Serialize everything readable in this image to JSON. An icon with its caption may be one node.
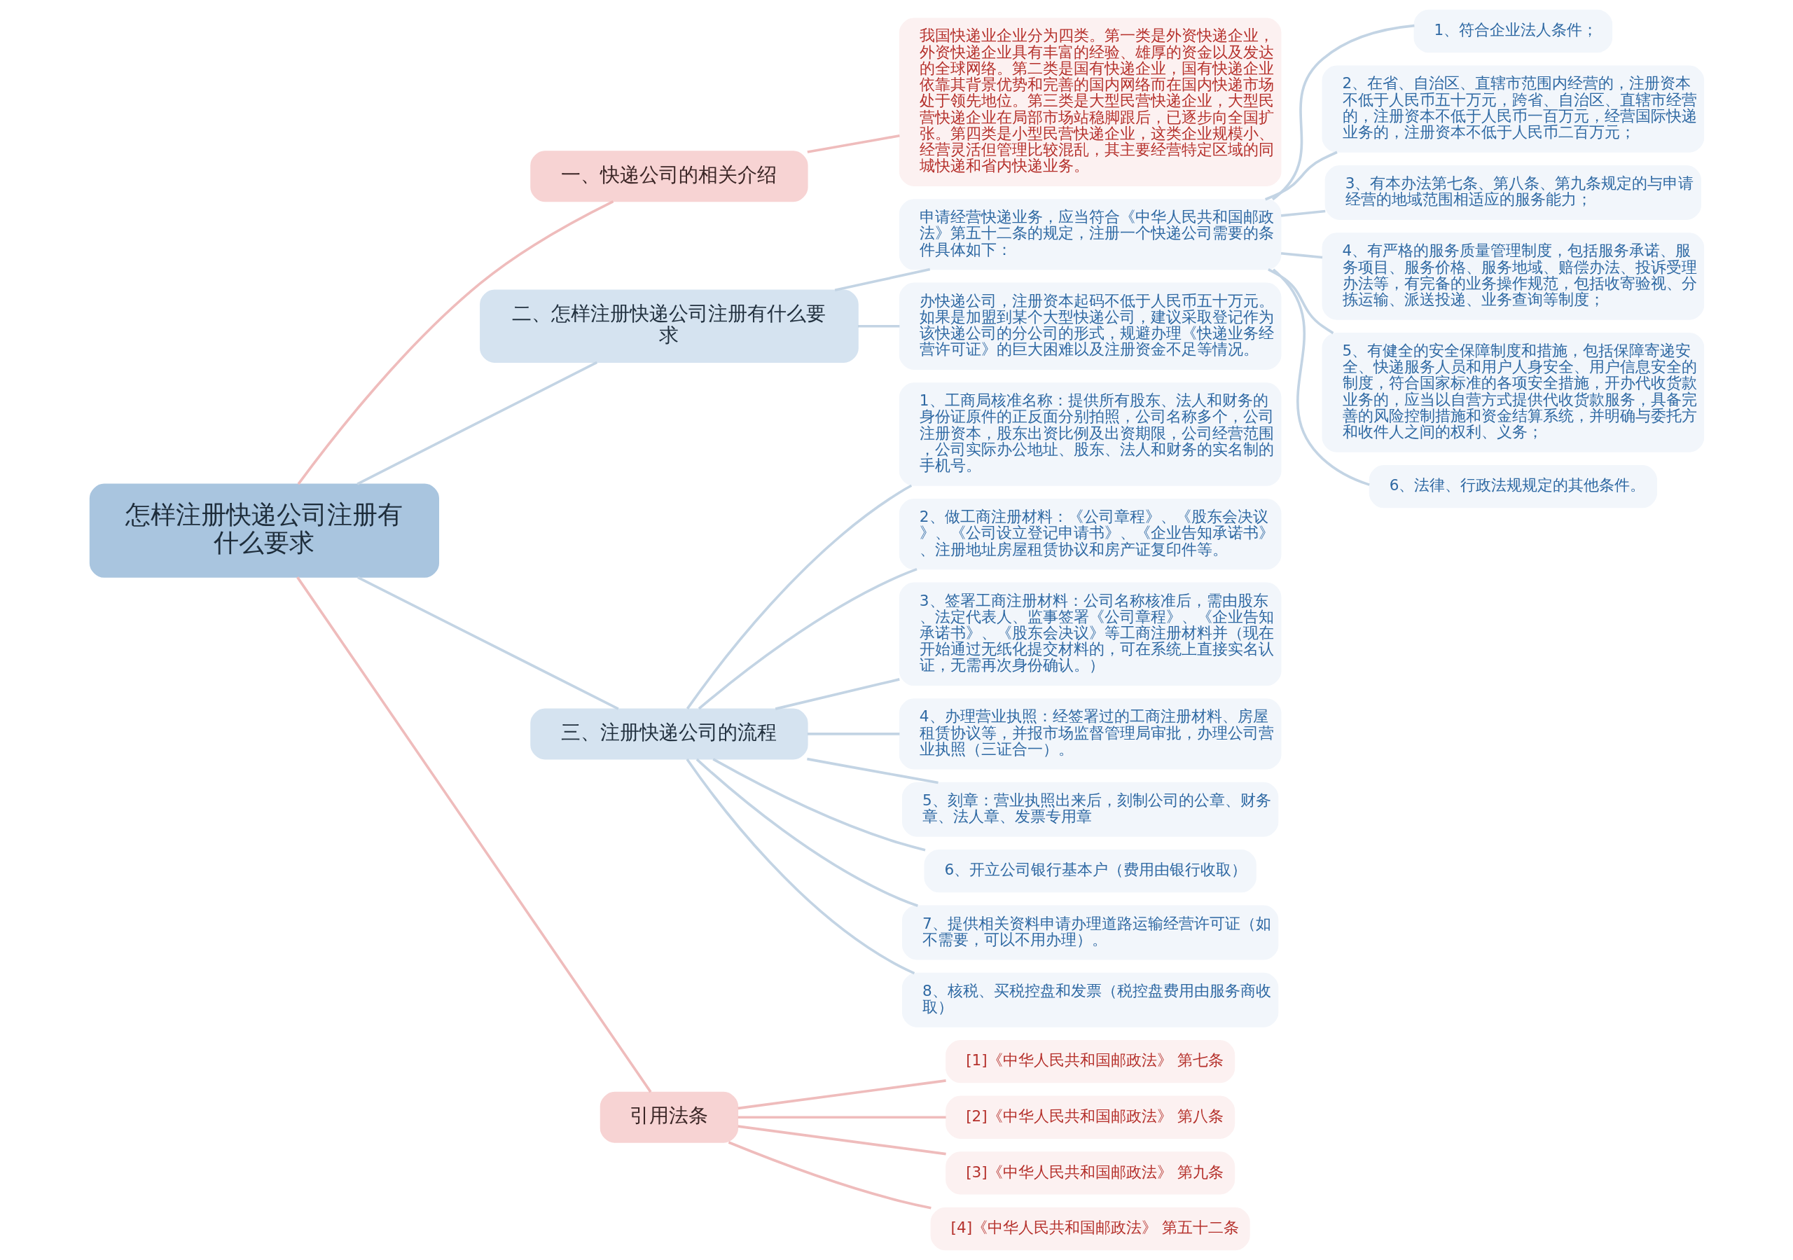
{
  "diagram": {
    "nodes": [
      {
        "text": [
          "怎样注册快递公司注册有什么要求"
        ]
      },
      {
        "text": [
          "一、快递公司的相关介绍"
        ]
      },
      {
        "text": [
          "我国快递业企业分为四类。第一类是外资快递企业，外资快递企业具有丰富的经验、雄厚的资金以及发达的全球网络。第二类是国有快递企业，国有快递企业依靠其背景优势和完善的国内网络而在国内快递市场处于领先地位。第三类是大型民营快递企业，大型民营快递企业在局部市场站稳脚跟后，已逐步向全国扩张。第四类是小型民营快递企业，这类企业规模小、经营灵活但管理比较混乱，其主要经营特定区域的同城快递和省内快递业务。"
        ]
      },
      {
        "text": [
          "二、怎样注册快递公司注册有什么要求"
        ]
      },
      {
        "text": [
          "申请经营快递业务，应当符合《中华人民共和国邮政法》第五十二条的规定，注册一个快递公司需要的条件具体如下："
        ]
      },
      {
        "text": [
          "1、符合企业法人条件；"
        ]
      },
      {
        "text": [
          "2、在省、自治区、直辖市范围内经营的，注册资本不低于人民币五十万元，跨省、自治区、直辖市经营的，注册资本不低于人民币一百万元，经营国际快递业务的，注册资本不低于人民币二百万元；"
        ]
      },
      {
        "text": [
          "3、有本办法第七条、第八条、第九条规定的与申请经营的地域范围相适应的服务能力；"
        ]
      },
      {
        "text": [
          "4、有严格的服务质量管理制度，包括服务承诺、服务项目、服务价格、服务地域、赔偿办法、投诉受理办法等，有完备的业务操作规范，包括收寄验视、分拣运输、派送投递、业务查询等制度；"
        ]
      },
      {
        "text": [
          "5、有健全的安全保障制度和措施，包括保障寄递安全、快递服务人员和用户人身安全、用户信息安全的制度，符合国家标准的各项安全措施，开办代收货款业务的，应当以自营方式提供代收货款服务，具备完善的风险控制措施和资金结算系统，并明确与委托方和收件人之间的权利、义务；"
        ]
      },
      {
        "text": [
          "6、法律、行政法规规定的其他条件。"
        ]
      },
      {
        "text": [
          "办快递公司，注册资本起码不低于人民币五十万元。如果是加盟到某个大型快递公司，建议采取登记作为该快递公司的分公司的形式，规避办理《快递业务经营许可证》的巨大困难以及注册资金不足等情况。"
        ]
      },
      {
        "text": [
          "三、注册快递公司的流程"
        ]
      },
      {
        "text": [
          "1、工商局核准名称：提供所有股东、法人和财务的身份证原件的正反面分别拍照，公司名称多个，公司注册资本，股东出资比例及出资期限，公司经营范围，公司实际办公地址、股东、法人和财务的实名制的手机号。"
        ]
      },
      {
        "text": [
          "2、做工商注册材料：《公司章程》、《股东会决议》、《公司设立登记申请书》、《企业告知承诺书》、注册地址房屋租赁协议和房产证复印件等。"
        ]
      },
      {
        "text": [
          "3、签署工商注册材料：公司名称核准后，需由股东、法定代表人、监事签署《公司章程》、《企业告知承诺书》、《股东会决议》等工商注册材料并（现在开始通过无纸化提交材料的，可在系统上直接实名认证，无需再次身份确认。）"
        ]
      },
      {
        "text": [
          "4、办理营业执照：经签署过的工商注册材料、房屋租赁协议等，并报市场监督管理局审批，办理公司营业执照（三证合一）。"
        ]
      },
      {
        "text": [
          "5、刻章：营业执照出来后，刻制公司的公章、财务章、法人章、发票专用章"
        ]
      },
      {
        "text": [
          "6、开立公司银行基本户（费用由银行收取）"
        ]
      },
      {
        "text": [
          "7、提供相关资料申请办理道路运输经营许可证（如不需要，可以不用办理）。"
        ]
      },
      {
        "text": [
          "8、核税、买税控盘和发票（税控盘费用由服务商收取）"
        ]
      },
      {
        "text": [
          "引用法条"
        ]
      },
      {
        "text": [
          "[1]《中华人民共和国邮政法》 第七条"
        ]
      },
      {
        "text": [
          "[2]《中华人民共和国邮政法》 第八条"
        ]
      },
      {
        "text": [
          "[3]《中华人民共和国邮政法》 第九条"
        ]
      },
      {
        "text": [
          "[4]《中华人民共和国邮政法》 第五十二条"
        ]
      }
    ],
    "edges": [
      {
        "from": 0,
        "to": 1,
        "arrow": "none",
        "color": "#efbcbc"
      },
      {
        "from": 1,
        "to": 2,
        "arrow": "none",
        "color": "#efbcbc"
      },
      {
        "from": 0,
        "to": 3,
        "arrow": "none"
      },
      {
        "from": 3,
        "to": 4,
        "arrow": "none"
      },
      {
        "from": 4,
        "to": 5,
        "arrow": "none"
      },
      {
        "from": 4,
        "to": 6,
        "arrow": "none"
      },
      {
        "from": 4,
        "to": 7,
        "arrow": "none"
      },
      {
        "from": 4,
        "to": 8,
        "arrow": "none"
      },
      {
        "from": 4,
        "to": 9,
        "arrow": "none"
      },
      {
        "from": 4,
        "to": 10,
        "arrow": "none"
      },
      {
        "from": 3,
        "to": 11,
        "arrow": "none"
      },
      {
        "from": 0,
        "to": 12,
        "arrow": "none"
      },
      {
        "from": 12,
        "to": 13,
        "arrow": "none"
      },
      {
        "from": 12,
        "to": 14,
        "arrow": "none"
      },
      {
        "from": 12,
        "to": 15,
        "arrow": "none"
      },
      {
        "from": 12,
        "to": 16,
        "arrow": "none"
      },
      {
        "from": 12,
        "to": 17,
        "arrow": "none"
      },
      {
        "from": 12,
        "to": 18,
        "arrow": "none"
      },
      {
        "from": 12,
        "to": 19,
        "arrow": "none"
      },
      {
        "from": 12,
        "to": 20,
        "arrow": "none"
      },
      {
        "from": 0,
        "to": 21,
        "arrow": "none",
        "color": "#efbcbc"
      },
      {
        "from": 21,
        "to": 22,
        "arrow": "none",
        "color": "#efbcbc"
      },
      {
        "from": 21,
        "to": 23,
        "arrow": "none",
        "color": "#efbcbc"
      },
      {
        "from": 21,
        "to": 24,
        "arrow": "none",
        "color": "#efbcbc"
      },
      {
        "from": 21,
        "to": 25,
        "arrow": "none",
        "color": "#efbcbc"
      }
    ]
  }
}
